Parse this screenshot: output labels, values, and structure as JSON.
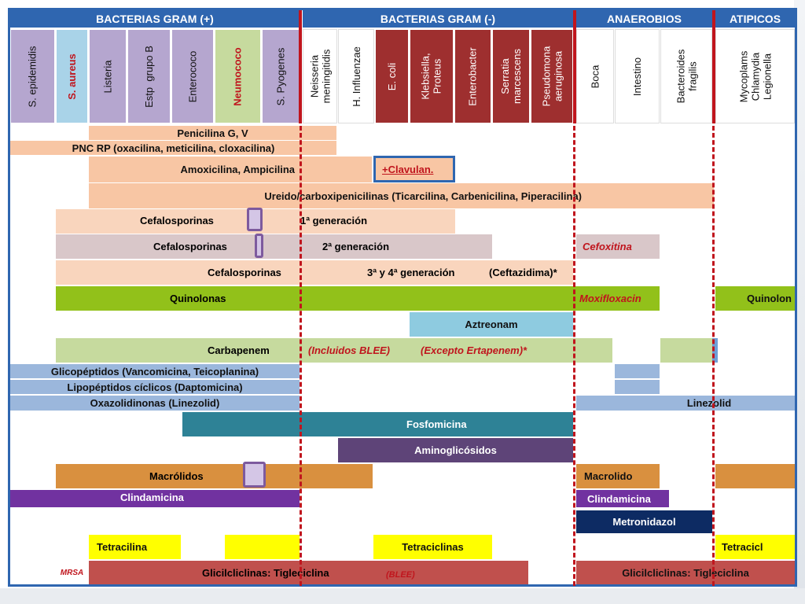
{
  "headers": {
    "gram_pos": "BACTERIAS GRAM (+)",
    "gram_neg": "BACTERIAS GRAM (-)",
    "anaerobios": "ANAEROBIOS",
    "atipicos": "ATIPICOS"
  },
  "columns": [
    "S. epidemidis",
    "S. aureus",
    "Listeria",
    "Estp  grupo B",
    "Enterococo",
    "Neumococo",
    "S. Pyogenes",
    "Neisseria\nmeningitidis",
    "H. Influenzae",
    "E. coli",
    "Klebsiella,\nProteus",
    "Enterobacter",
    "Serratia\nmarcescens",
    "Pseudomona\naeruginosa",
    "Boca",
    "Intestino",
    "Bacteroides\nfragilis",
    "Mycoplams\nChlamydia\nLegionella"
  ],
  "rows": {
    "penicilina": "Penicilina G, V",
    "pnc_rp": "PNC RP (oxacilina, meticilina, cloxacilina)",
    "amoxicilina": "Amoxicilina,  Ampicilina",
    "clavulan": "+Clavulan.",
    "ureido": "Ureido/carboxipenicilinas (Ticarcilina, Carbenicilina, Piperacilina)",
    "cefa1_name": "Cefalosporinas",
    "cefa1_gen": "1ª generación",
    "cefa2_name": "Cefalosporinas",
    "cefa2_gen": "2ª generación",
    "cefoxitina": "Cefoxitina",
    "cefa3_name": "Cefalosporinas",
    "cefa3_gen": "3ª y 4ª generación",
    "ceftazidima": "(Ceftazidima)*",
    "quinolonas": "Quinolonas",
    "moxifloxacin": "Moxifloxacin",
    "quinolon": "Quinolon",
    "aztreonam": "Aztreonam",
    "carbapenem": "Carbapenem",
    "blee_incl": "(Incluidos BLEE)",
    "ertapenem": "(Excepto Ertapenem)*",
    "glicopeptidos": "Glicopéptidos (Vancomicina, Teicoplanina)",
    "lipopeptidos": "Lipopéptidos cíclicos (Daptomicina)",
    "oxazolidinonas": "Oxazolidinonas (Linezolid)",
    "linezolid": "Linezolid",
    "fosfomicina": "Fosfomicina",
    "aminoglucosidos": "Aminoglicósidos",
    "macrolidos": "Macrólidos",
    "macrolido": "Macrolido",
    "clindamicina_left": "Clindamicina",
    "clindamicina_right": "Clindamicina",
    "metronidazol": "Metronidazol",
    "tetracilina": "Tetracilina",
    "tetraciclinas": "Tetraciclinas",
    "tetracicl": "Tetracicl",
    "mrsa": "MRSA",
    "glicil_left": "Glicilcliclinas:   Tigleciclina",
    "blee": "(BLEE)",
    "glicil_right": "Glicilcliclinas: Tigleciclina"
  },
  "colors": {
    "header_blue": "#2f66b0",
    "red_line": "#c0151d"
  }
}
